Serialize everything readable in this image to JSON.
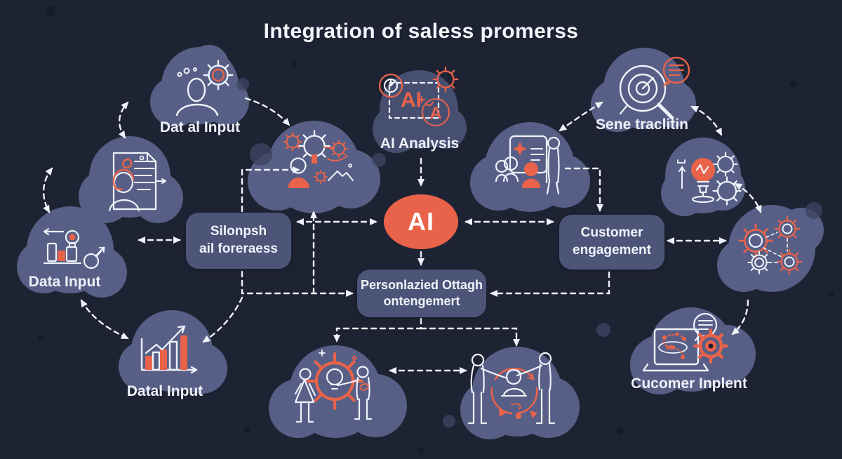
{
  "title": "Integration of saless promerss",
  "colors": {
    "background": "#1e2333",
    "blob": "#575f86",
    "box": "#4c5478",
    "accent": "#e9634a",
    "line": "#eef2fa",
    "text": "#f1f3fa"
  },
  "center_node": {
    "label": "AI"
  },
  "boxes": {
    "sales_forecast": {
      "line1": "Silonpsh",
      "line2": "ail foreraess"
    },
    "customer_engagement": {
      "line1": "Customer",
      "line2": "engagement"
    },
    "personalized_outreach": {
      "line1": "Personlazied Ottagh",
      "line2": "ontengemert"
    }
  },
  "labels": {
    "data_input_top": "Dat al Input",
    "ai_analysis": "AI Analysis",
    "scene_tracking": "Sene traclitin",
    "data_input_left": "Data Input",
    "data_input_bottom": "Datal Input",
    "customer_intent": "Cucomer Inplent"
  },
  "icon_text": {
    "analysis_box": "AI",
    "analysis_badge": "A"
  },
  "icons": {
    "top_left": "user-gear-icon",
    "left_document": "document-profile-icon",
    "left_data": "bar-chart-search-icon",
    "bottom_left": "growth-chart-icon",
    "top_center": "ai-analysis-icon",
    "center_left": "worker-gears-icon",
    "center_right": "team-presentation-icon",
    "top_right": "target-magnifier-icon",
    "right_idea": "idea-gears-icon",
    "far_right": "gear-network-icon",
    "bottom_right": "laptop-flow-icon",
    "bottom_center_left": "collaboration-gear-icon",
    "bottom_center_right": "customer-cycle-icon"
  }
}
